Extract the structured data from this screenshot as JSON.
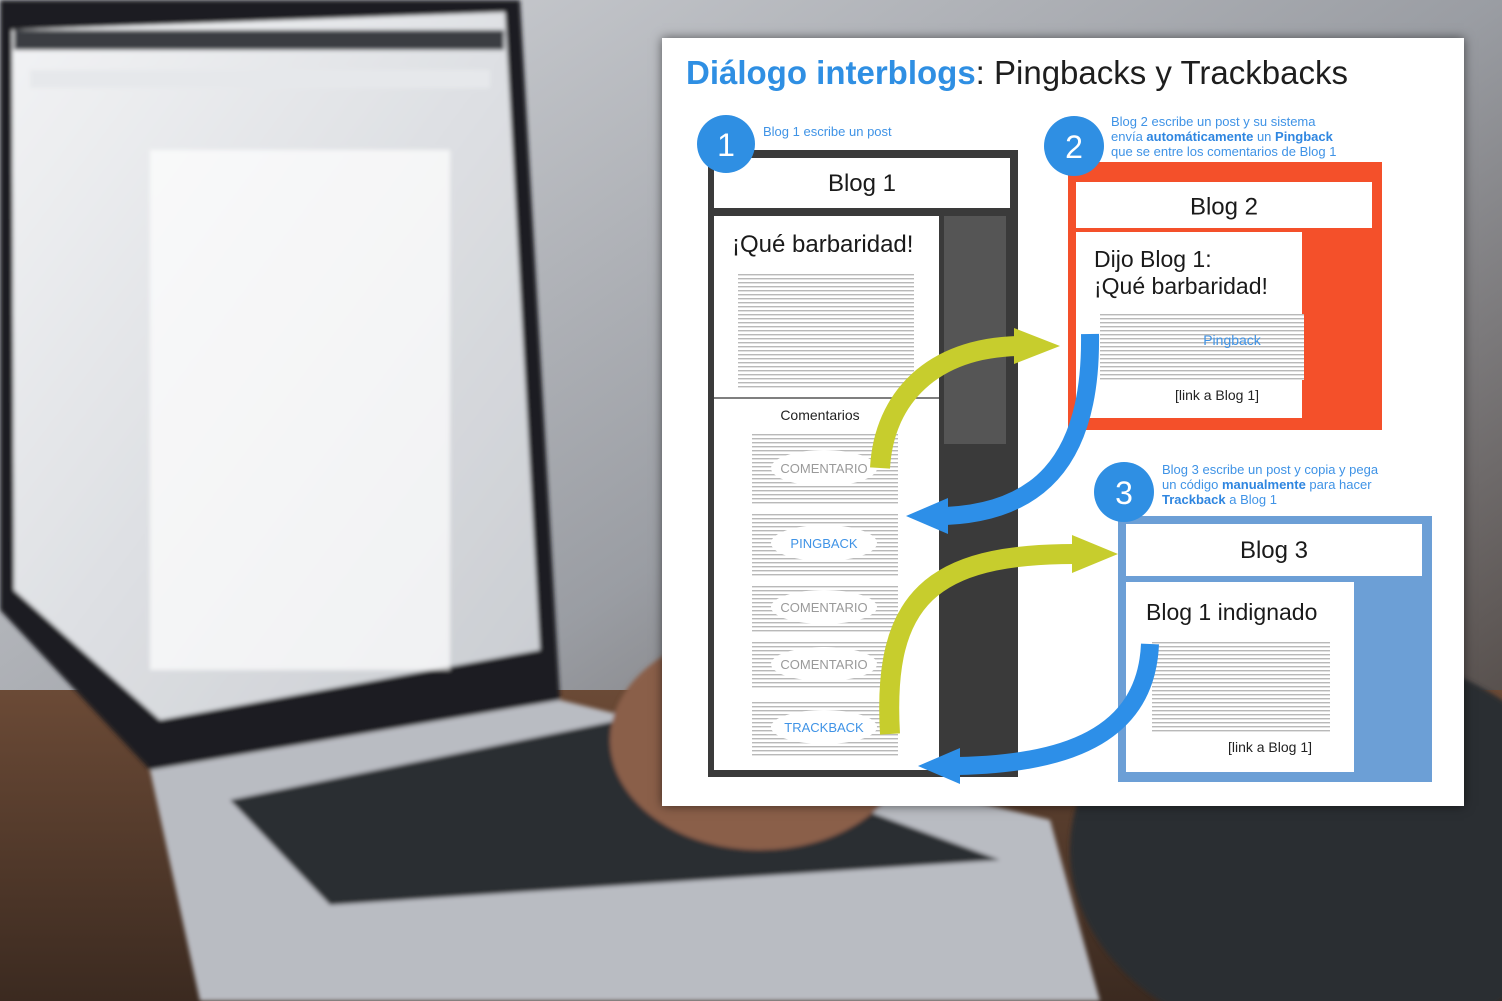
{
  "title": {
    "accent": "Diálogo interblogs",
    "rest": ": Pingbacks y Trackbacks"
  },
  "steps": [
    {
      "num": "1",
      "text": "Blog 1 escribe un post"
    },
    {
      "num": "2",
      "line1": "Blog 2 escribe un post y su sistema",
      "line2_a": "envía ",
      "line2_b": "automáticamente",
      "line2_c": " un ",
      "line2_d": "Pingback",
      "line3": "que se entre los comentarios de Blog 1"
    },
    {
      "num": "3",
      "line1": "Blog 3 escribe un post y copia y pega",
      "line2_a": "un código ",
      "line2_b": "manualmente",
      "line2_c": " para hacer",
      "line3_a": "Trackback",
      "line3_b": " a Blog 1"
    }
  ],
  "blog1": {
    "header": "Blog 1",
    "post_title": "¡Qué barbaridad!",
    "comments_label": "Comentarios",
    "comments": [
      "COMENTARIO",
      "PINGBACK",
      "COMENTARIO",
      "COMENTARIO",
      "TRACKBACK"
    ]
  },
  "blog2": {
    "header": "Blog 2",
    "post_line1": "Dijo Blog 1:",
    "post_line2": "¡Qué barbaridad!",
    "pingback": "Pingback",
    "link": "[link a Blog 1]"
  },
  "blog3": {
    "header": "Blog 3",
    "post_title": "Blog 1 indignado",
    "link": "[link a Blog 1]"
  },
  "colors": {
    "accent_blue": "#2f8fe3",
    "blog2_red": "#f4502a",
    "blog3_blue": "#6c9fd6",
    "blog1_dark": "#3a3a3a",
    "arrow_green": "#c7cd2d",
    "arrow_blue": "#2d8fe8"
  }
}
